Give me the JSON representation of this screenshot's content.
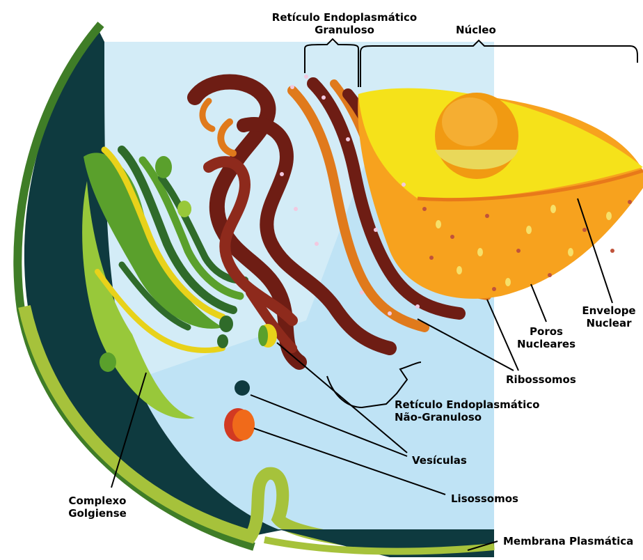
{
  "labels": {
    "rer": [
      "Retículo Endoplasmático",
      "Granuloso"
    ],
    "nucleo": "Núcleo",
    "envelope": [
      "Envelope",
      "Nuclear"
    ],
    "poros": [
      "Poros",
      "Nucleares"
    ],
    "ribossomos": "Ribossomos",
    "rel": [
      "Retículo Endoplasmático",
      "Não-Granuloso"
    ],
    "vesiculas": "Vesículas",
    "lisossomos": "Lisossomos",
    "complexo": [
      "Complexo",
      "Golgiense"
    ],
    "membrana": "Membrana Plasmática"
  },
  "colors": {
    "cytoplasm": "#bfe3f5",
    "cell_wall_dark": "#0e3a3f",
    "membrane_green": "#a6c23b",
    "membrane_outer": "#3f7d27",
    "golgi_dark": "#2f6b2a",
    "golgi_mid": "#5aa02c",
    "golgi_light": "#98c83a",
    "golgi_yellow": "#e8d21a",
    "er_dark": "#6e1d14",
    "er_orange": "#e07a1c",
    "nucleus_yellow": "#f5e21a",
    "nucleus_orange": "#f7a21e",
    "nucleolus": "#f19a12",
    "lysosome": "#f06a1a"
  }
}
